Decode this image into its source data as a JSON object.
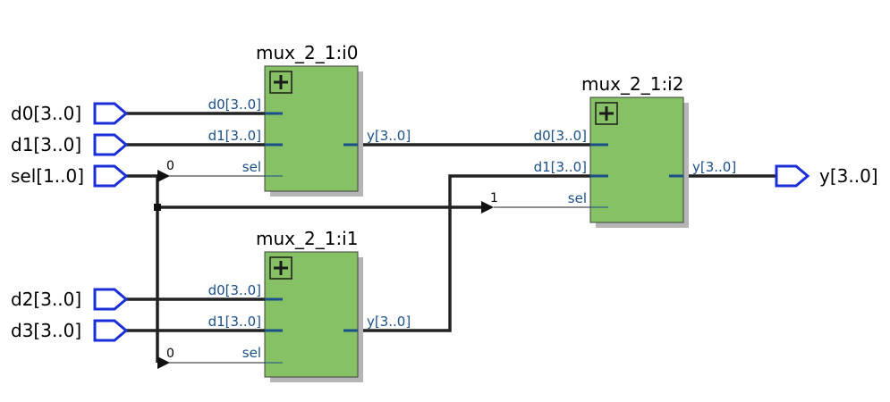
{
  "inputs": {
    "d0": "d0[3..0]",
    "d1": "d1[3..0]",
    "sel": "sel[1..0]",
    "d2": "d2[3..0]",
    "d3": "d3[3..0]"
  },
  "outputs": {
    "y": "y[3..0]"
  },
  "instances": {
    "i0": {
      "title": "mux_2_1:i0",
      "pin_d0": "d0[3..0]",
      "pin_d1": "d1[3..0]",
      "pin_sel": "sel",
      "pin_y": "y[3..0]"
    },
    "i1": {
      "title": "mux_2_1:i1",
      "pin_d0": "d0[3..0]",
      "pin_d1": "d1[3..0]",
      "pin_sel": "sel",
      "pin_y": "y[3..0]"
    },
    "i2": {
      "title": "mux_2_1:i2",
      "pin_d0": "d0[3..0]",
      "pin_d1": "d1[3..0]",
      "pin_sel": "sel",
      "pin_y": "y[3..0]"
    }
  },
  "bit_labels": {
    "sel_to_i0": "0",
    "sel_to_i1": "0",
    "sel_to_i2": "1"
  },
  "icons": {
    "expand": "expand-plus-icon",
    "input_port": "input-port-icon",
    "output_port": "output-port-icon"
  },
  "colors": {
    "block_fill": "#86c166",
    "port_outline": "#1a2fd8",
    "pin_label": "#1b4f8a",
    "wire": "#222222"
  }
}
